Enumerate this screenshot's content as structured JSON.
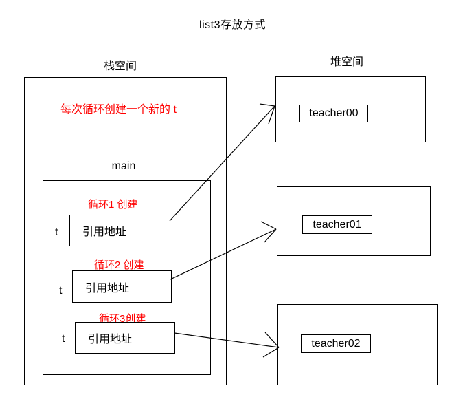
{
  "diagram": {
    "title": "list3存放方式",
    "regions": {
      "stack": {
        "label": "栈空间"
      },
      "heap": {
        "label": "堆空间"
      }
    },
    "stack": {
      "note": "每次循环创建一个新的 t",
      "frame_label": "main",
      "variables": [
        {
          "name": "t",
          "loop_label": "循环1 创建",
          "value": "引用地址"
        },
        {
          "name": "t",
          "loop_label": "循环2 创建",
          "value": "引用地址"
        },
        {
          "name": "t",
          "loop_label": "循环3创建",
          "value": "引用地址"
        }
      ]
    },
    "heap": {
      "objects": [
        {
          "label": "teacher00"
        },
        {
          "label": "teacher01"
        },
        {
          "label": "teacher02"
        }
      ]
    },
    "colors": {
      "stroke": "#000000",
      "annotation": "#ff0000",
      "background": "#ffffff"
    }
  }
}
